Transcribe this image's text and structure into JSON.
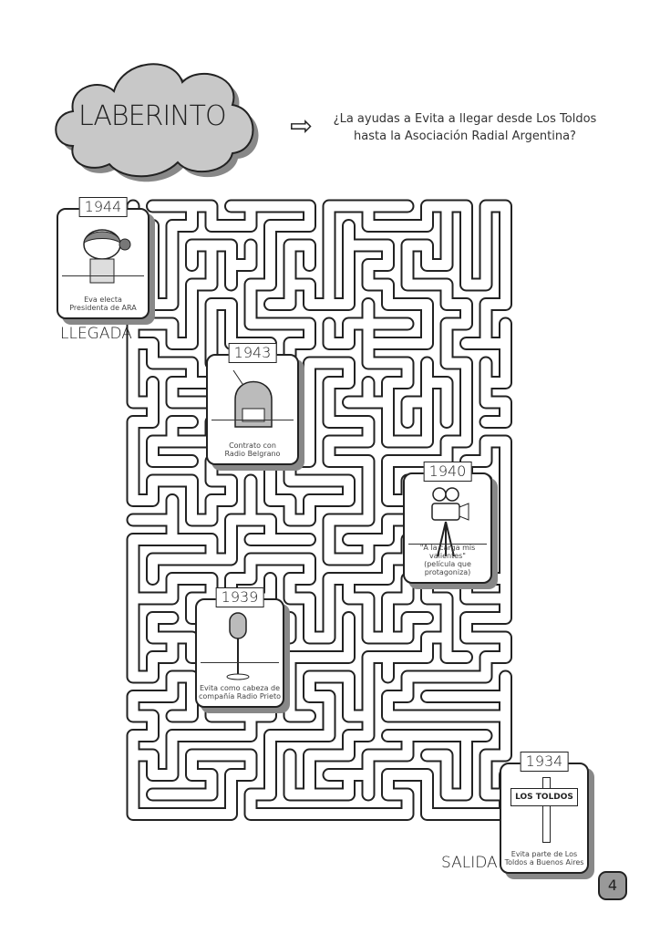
{
  "header": {
    "title": "LABERINTO",
    "question_line1": "¿La ayudas a Evita a llegar desde Los Toldos",
    "question_line2": "hasta la Asociación Radial Argentina?",
    "arrow_icon": "arrow-right-icon"
  },
  "cards": [
    {
      "year": "1944",
      "caption1": "Eva electa",
      "caption2": "Presidenta de ARA"
    },
    {
      "year": "1943",
      "caption1": "Contrato con",
      "caption2": "Radio Belgrano"
    },
    {
      "year": "1940",
      "caption1": "\"A la carga mis valientes\"",
      "caption2": "(película que protagoniza)"
    },
    {
      "year": "1939",
      "caption1": "Evita como cabeza de",
      "caption2": "compañía Radio Prieto"
    },
    {
      "year": "1934",
      "sign": "LOS TOLDOS",
      "caption1": "Evita parte de Los",
      "caption2": "Toldos a Buenos Aires"
    }
  ],
  "labels": {
    "finish": "LLEGADA",
    "start": "SALIDA"
  },
  "page_number": "4"
}
